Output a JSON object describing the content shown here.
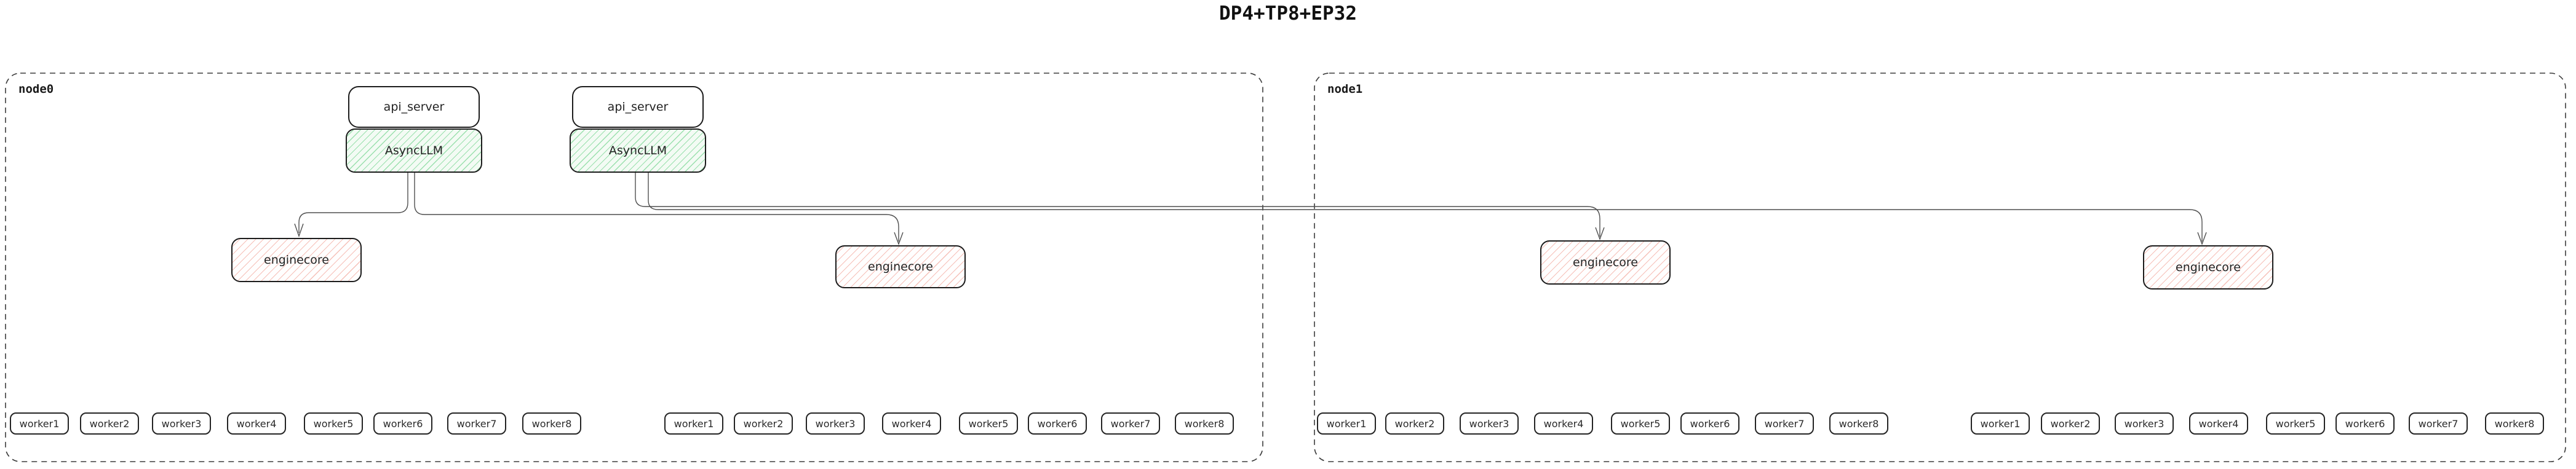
{
  "title": "DP4+TP8+EP32",
  "colors": {
    "background": "#ffffff",
    "box_border": "#1c1c1c",
    "node_border": "#3c3c3c",
    "edge": "#4f4f4f",
    "async_fill": "#f3fbf4",
    "async_hatch": "#9ae0ad",
    "engine_fill": "#fffefe",
    "engine_hatch": "#f6c0b8",
    "text": "#222222"
  },
  "node0": {
    "label": "node0",
    "stacks": [
      {
        "api_server": "api_server",
        "async_llm": "AsyncLLM"
      },
      {
        "api_server": "api_server",
        "async_llm": "AsyncLLM"
      }
    ],
    "enginecores": [
      "enginecore",
      "enginecore"
    ],
    "worker_groups": [
      [
        "worker1",
        "worker2",
        "worker3",
        "worker4",
        "worker5",
        "worker6",
        "worker7",
        "worker8"
      ],
      [
        "worker1",
        "worker2",
        "worker3",
        "worker4",
        "worker5",
        "worker6",
        "worker7",
        "worker8"
      ]
    ]
  },
  "node1": {
    "label": "node1",
    "enginecores": [
      "enginecore",
      "enginecore"
    ],
    "worker_groups": [
      [
        "worker1",
        "worker2",
        "worker3",
        "worker4",
        "worker5",
        "worker6",
        "worker7",
        "worker8"
      ],
      [
        "worker1",
        "worker2",
        "worker3",
        "worker4",
        "worker5",
        "worker6",
        "worker7",
        "worker8"
      ]
    ]
  }
}
